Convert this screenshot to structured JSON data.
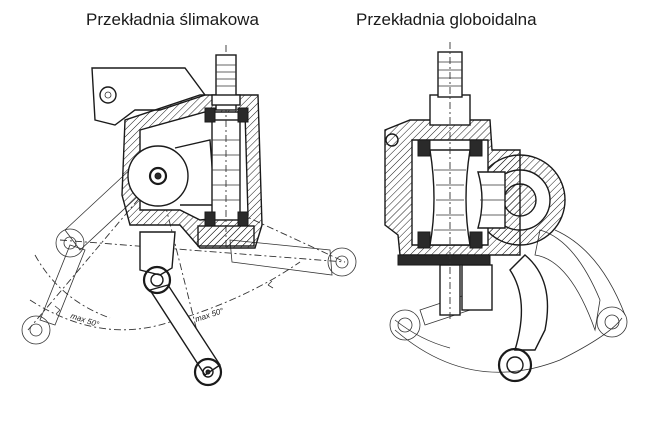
{
  "titles": {
    "left": "Przekładnia ślimakowa",
    "right": "Przekładnia globoidalna"
  },
  "annotations": {
    "angle_left": "max 50°",
    "angle_right": "max 50°"
  },
  "colors": {
    "ink": "#1a1a1a",
    "background": "#ffffff"
  }
}
